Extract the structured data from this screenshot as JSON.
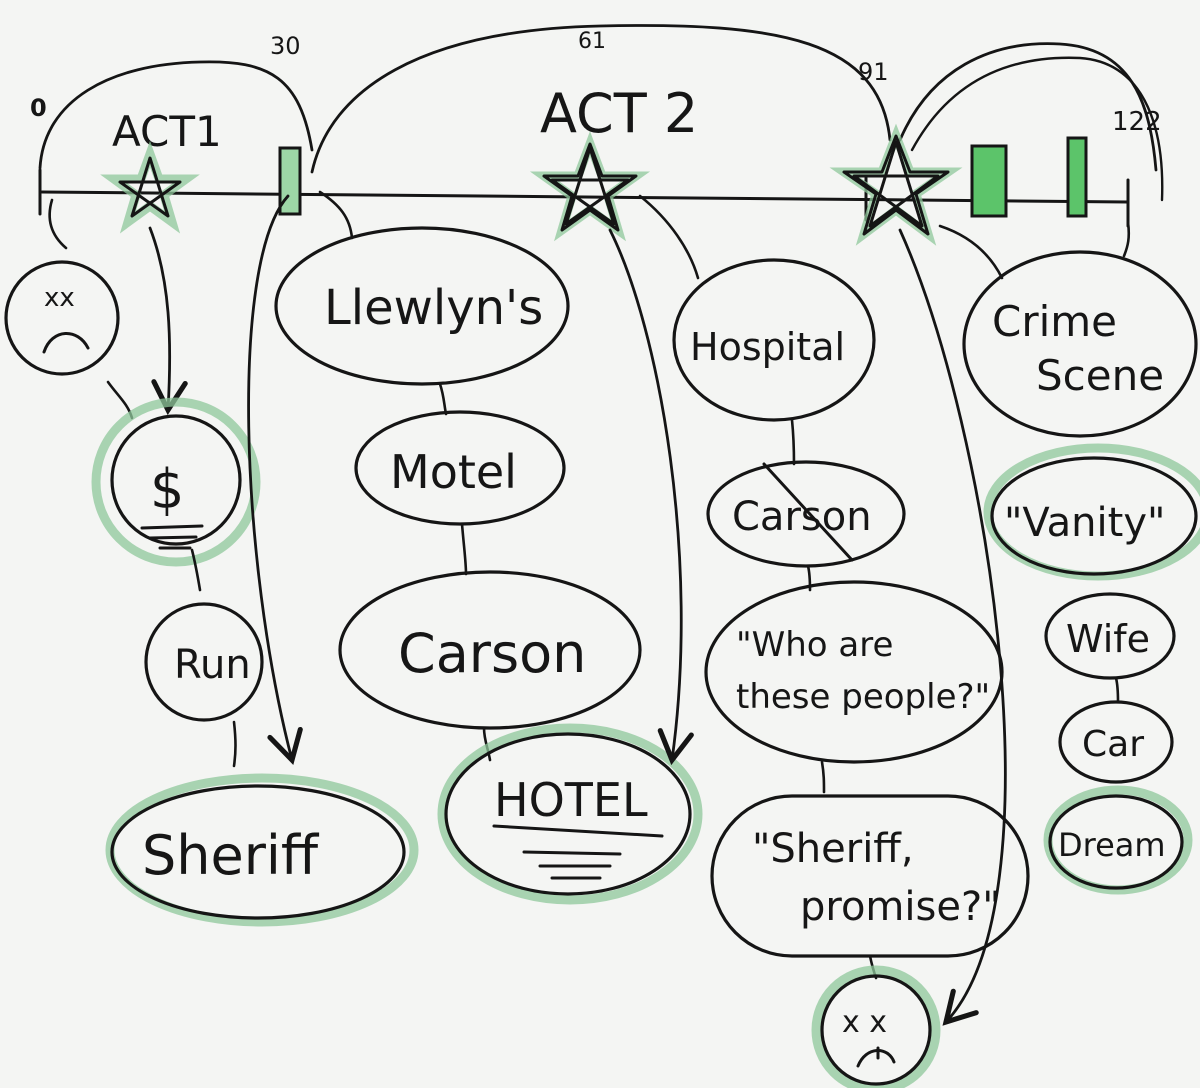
{
  "timeline": {
    "marks": [
      "0",
      "30",
      "61",
      "91",
      "122"
    ],
    "acts": [
      "ACT1",
      "ACT 2"
    ]
  },
  "nodes": {
    "dead_face_1": "xx",
    "money": "$",
    "run": "Run",
    "sheriff": "Sheriff",
    "llewlyns": "Llewlyn's",
    "motel": "Motel",
    "carson_1": "Carson",
    "hotel": "HOTEL",
    "hospital": "Hospital",
    "carson_2": "Carson",
    "who_line1": "\"Who are",
    "who_line2": "these people?\"",
    "sheriff_promise_line1": "\"Sheriff,",
    "sheriff_promise_line2": "promise?\"",
    "dead_face_2": "x x",
    "crime_line1": "Crime",
    "crime_line2": "Scene",
    "vanity": "\"Vanity\"",
    "wife": "Wife",
    "car": "Car",
    "dream": "Dream"
  },
  "colors": {
    "ink": "#151515",
    "highlight": "#8fc79b",
    "board": "#f4f5f3"
  },
  "icons": [
    "star-icon",
    "sad-face-icon",
    "dollar-sign-icon"
  ]
}
